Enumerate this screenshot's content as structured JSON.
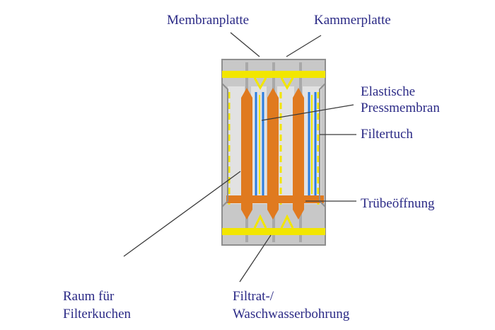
{
  "diagram": {
    "labels": {
      "membranplatte": "Membranplatte",
      "kammerplatte": "Kammerplatte",
      "elastische": "Elastische",
      "pressmembran": "Pressmembran",
      "filtertuch": "Filtertuch",
      "truebeoeffnung": "Trübeöffnung",
      "raum_fuer": "Raum für",
      "filterkuchen": "Filterkuchen",
      "filtrat": "Filtrat-/",
      "waschwasserbohrung": "Waschwasserbohrung"
    },
    "colors": {
      "text": "#2b2a86",
      "plate": "#c8c8c8",
      "plate_edge": "#8f8f8f",
      "chamber": "#e2e2e2",
      "cake": "#e07a1f",
      "channel": "#f2e600",
      "membrane": "#2a7de1",
      "leader": "#3a3a3a"
    }
  }
}
